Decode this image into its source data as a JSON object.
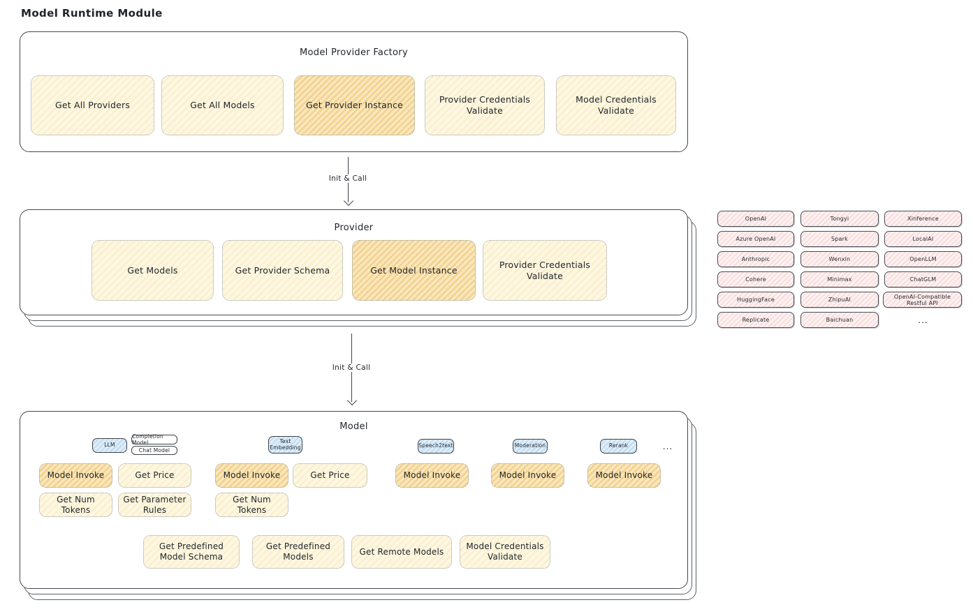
{
  "page_title": "Model Runtime Module",
  "factory": {
    "title": "Model Provider Factory",
    "boxes": [
      "Get All Providers",
      "Get All Models",
      "Get Provider Instance",
      "Provider Credentials Validate",
      "Model Credentials Validate"
    ]
  },
  "arrow1_label": "Init & Call",
  "arrow2_label": "Init & Call",
  "provider": {
    "title": "Provider",
    "boxes": [
      "Get Models",
      "Get Provider Schema",
      "Get Model Instance",
      "Provider Credentials Validate"
    ]
  },
  "providers_grid": {
    "col1": [
      "OpenAI",
      "Azure OpenAI",
      "Anthropic",
      "Cohere",
      "HuggingFace",
      "Replicate"
    ],
    "col2": [
      "Tongyi",
      "Spark",
      "Wenxin",
      "Minimax",
      "ZhipuAI",
      "Baichuan"
    ],
    "col3": [
      "Xinference",
      "LocalAI",
      "OpenLLM",
      "ChatGLM",
      "OpenAI-Compatible Restful API"
    ],
    "more": "..."
  },
  "model": {
    "title": "Model",
    "types": {
      "llm": "LLM",
      "completion": "Completion Model",
      "chat": "Chat Model",
      "text_embedding": "Text Embedding",
      "speech2text": "Speech2text",
      "moderation": "Moderation",
      "rerank": "Rerank",
      "more": "..."
    },
    "ops": {
      "model_invoke": "Model Invoke",
      "get_price": "Get Price",
      "get_num_tokens": "Get Num Tokens",
      "get_parameter_rules": "Get Parameter Rules"
    },
    "bottom": [
      "Get Predefined Model Schema",
      "Get Predefined Models",
      "Get Remote Models",
      "Model Credentials Validate"
    ]
  },
  "colors": {
    "box_yellow": "#fdf7e2",
    "box_orange": "#f9e7bd",
    "cell_pink": "#fdf0f0",
    "tag_blue": "#ddedf9",
    "border_dark": "#43484e",
    "border_dotted": "#9aa0a8"
  }
}
